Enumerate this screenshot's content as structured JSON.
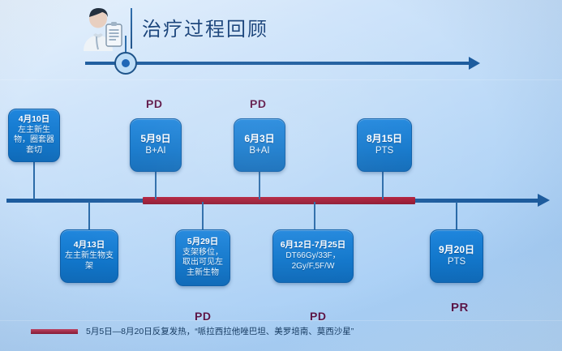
{
  "header": {
    "title": "治疗过程回顾",
    "doctor_icon": "doctor-clipboard-icon"
  },
  "timeline": {
    "top_nodes": [
      {
        "line1": "4月10日",
        "line2": "左主新生物，圈套器套切",
        "tag": ""
      },
      {
        "line1": "5月9日",
        "line2": "B+AI",
        "tag": "PD"
      },
      {
        "line1": "6月3日",
        "line2": "B+AI",
        "tag": "PD"
      },
      {
        "line1": "8月15日",
        "line2": "PTS",
        "tag": ""
      }
    ],
    "bottom_nodes": [
      {
        "line1": "4月13日",
        "line2": "左主新生物支架",
        "tag": ""
      },
      {
        "line1": "5月29日",
        "line2": "支架移位，取出可见左主新生物",
        "tag": "PD"
      },
      {
        "line1": "6月12日-7月25日",
        "line2": "DT66Gy/33F，2Gy/F,5F/W",
        "tag": "PD"
      },
      {
        "line1": "9月20日",
        "line2": "PTS",
        "tag": "PR"
      }
    ]
  },
  "legend": {
    "text": "5月5日—8月20日反复发热，“哌拉西拉他唑巴坦、美罗培南、莫西沙星”",
    "swatch_color": "#8d1730"
  },
  "colors": {
    "node_blue": "#1176ca",
    "line_blue": "#1d5c9e",
    "red_bar": "#8d1730",
    "tag_purple": "#5b1346",
    "title_blue": "#17427a"
  }
}
